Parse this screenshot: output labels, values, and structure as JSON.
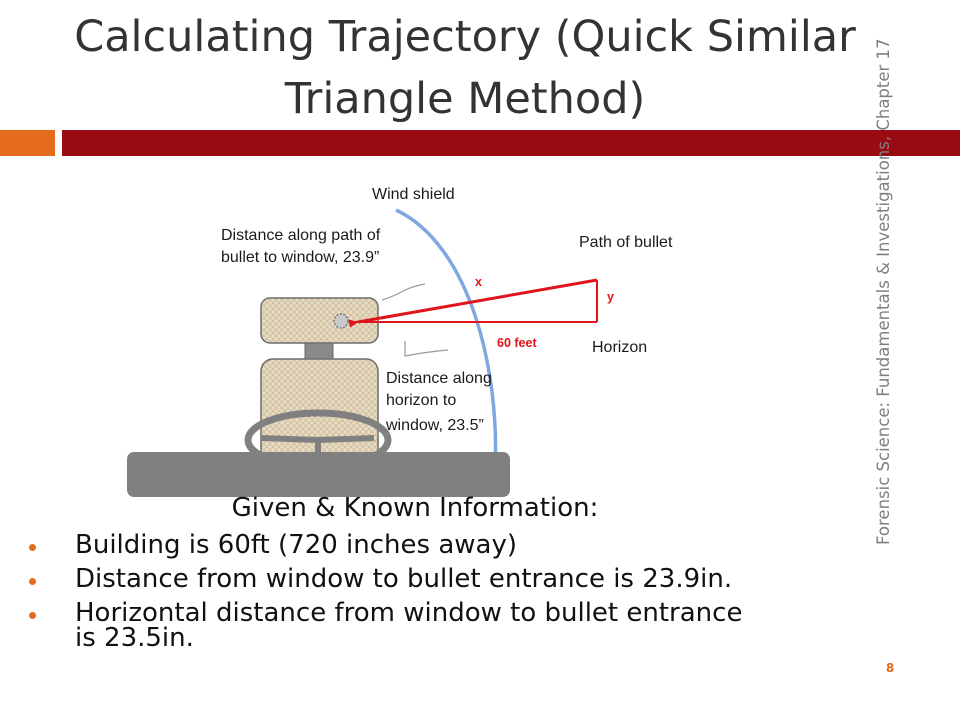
{
  "slide": {
    "title": "Calculating Trajectory (Quick Similar Triangle Method)",
    "side_text": "Forensic Science: Fundamentals & Investigations, Chapter 17",
    "page_number": "8"
  },
  "diagram": {
    "labels": {
      "wind_shield": "Wind shield",
      "path_of_bullet": "Path of bullet",
      "horizon": "Horizon",
      "distance_path_line1": "Distance along path of",
      "distance_path_line2": "bullet to window, 23.9”",
      "distance_horizon_line1": "Distance along",
      "distance_horizon_line2": "horizon to",
      "distance_horizon_line3": "window,  23.5”",
      "x": "x",
      "y": "y",
      "sixty_feet": "60 feet"
    },
    "colors": {
      "trajectory": "#e0141c",
      "windshield": "#7fa8e0",
      "seat": "#e6d8bf",
      "dashboard": "#808080"
    }
  },
  "info": {
    "heading": "Given & Known Information:",
    "bullets": [
      "Building is 60ft (720 inches away)",
      "Distance from window to bullet entrance is 23.9in.",
      "Horizontal distance from window to bullet entrance is 23.5in."
    ]
  }
}
